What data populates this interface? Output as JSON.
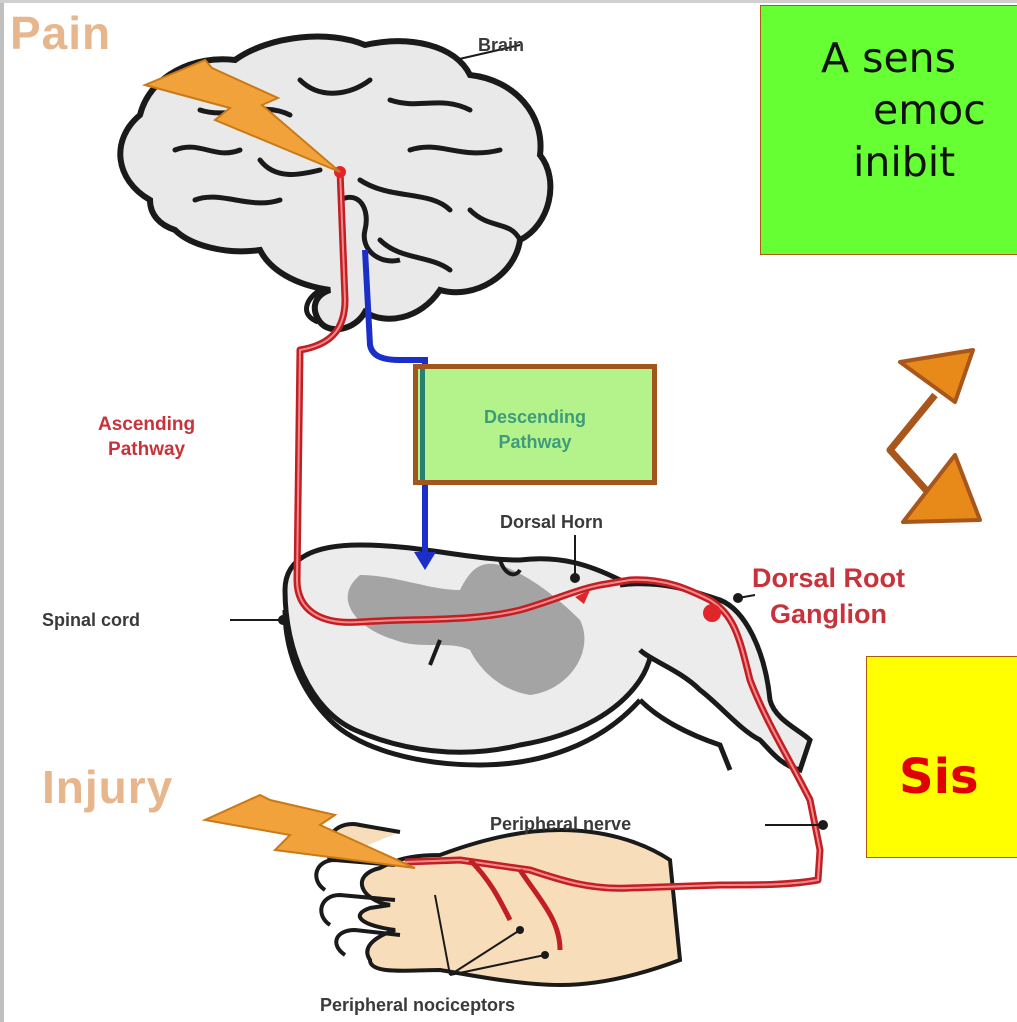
{
  "labels": {
    "pain": "Pain",
    "brain": "Brain",
    "injury": "Injury",
    "ascending": [
      "Ascending",
      "Pathway"
    ],
    "descending": [
      "Descending",
      "Pathway"
    ],
    "dorsal_horn": "Dorsal Horn",
    "dorsal_root": [
      "Dorsal Root",
      "Ganglion"
    ],
    "spinal_cord": "Spinal cord",
    "peripheral_nerve": "Peripheral nerve",
    "peripheral_nociceptors": "Peripheral nociceptors"
  },
  "green_box": {
    "lines": [
      "A sens",
      "emoc",
      "inibit"
    ],
    "color": "#66ff33"
  },
  "yellow_box": {
    "text": "Sis",
    "color": "#ffff00",
    "text_color": "#e00000"
  },
  "colors": {
    "ascending_pathway": "#d4252b",
    "descending_pathway": "#1b2fc8",
    "arrow_fill": "#e88a1a",
    "arrow_outline": "#a9561c",
    "lightning": "#f2a23a"
  }
}
